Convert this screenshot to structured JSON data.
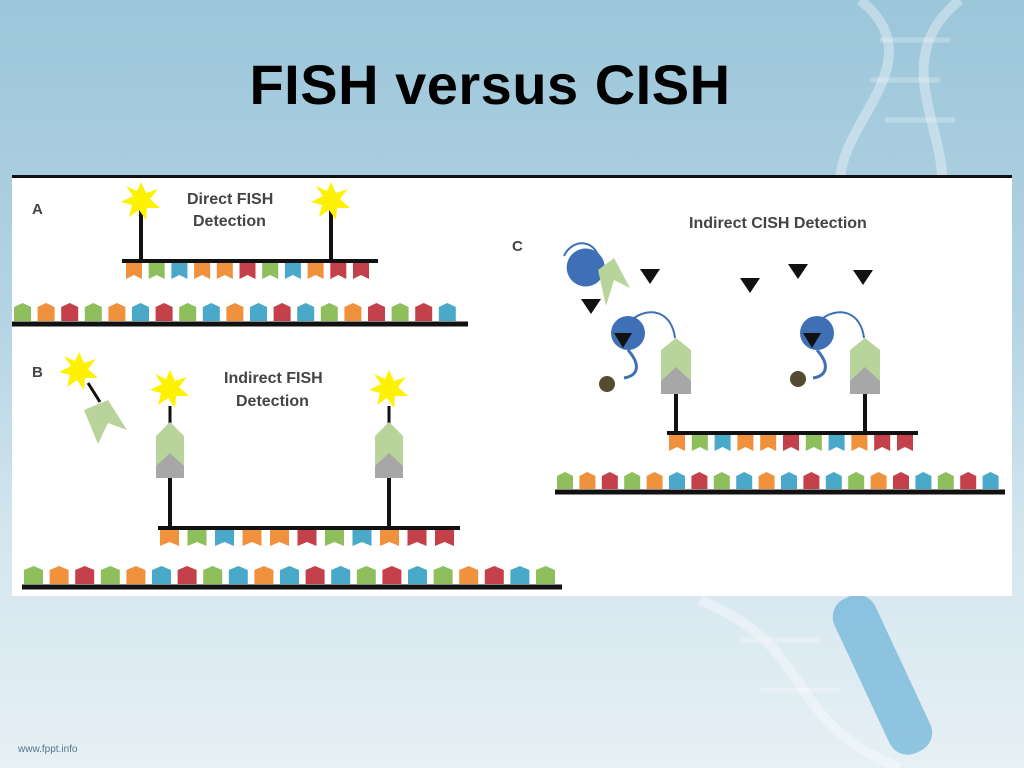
{
  "slide": {
    "title": "FISH versus CISH",
    "footer": "www.fppt.info"
  },
  "panels": {
    "a": {
      "letter": "A",
      "title_line1": "Direct FISH",
      "title_line2": "Detection"
    },
    "b": {
      "letter": "B",
      "title_line1": "Indirect FISH",
      "title_line2": "Detection"
    },
    "c": {
      "letter": "C",
      "title": "Indirect CISH Detection"
    }
  },
  "colors": {
    "orange": "#f0913e",
    "green": "#8fbe5c",
    "blue": "#4aa8c8",
    "red": "#c4404a",
    "star": "#fff200",
    "antibody": "#b9d49a",
    "antibody_base": "#a7a7a7",
    "enzyme": "#3f6fb5",
    "substrate": "#544b32",
    "triangle": "#111111",
    "bar": "#111111"
  },
  "sequences": {
    "a_probe": [
      "orange",
      "green",
      "blue",
      "orange",
      "orange",
      "red",
      "green",
      "blue",
      "orange",
      "red",
      "red"
    ],
    "a_target": [
      "green",
      "orange",
      "red",
      "green",
      "orange",
      "blue",
      "red",
      "green",
      "blue",
      "orange",
      "blue",
      "red",
      "blue",
      "green",
      "orange",
      "red",
      "green",
      "red",
      "blue"
    ],
    "b_probe": [
      "orange",
      "green",
      "blue",
      "orange",
      "orange",
      "red",
      "green",
      "blue",
      "orange",
      "red",
      "red"
    ],
    "b_target": [
      "green",
      "orange",
      "red",
      "green",
      "orange",
      "blue",
      "red",
      "green",
      "blue",
      "orange",
      "blue",
      "red",
      "blue",
      "green",
      "red",
      "blue",
      "green",
      "orange",
      "red",
      "blue",
      "green"
    ],
    "c_probe": [
      "orange",
      "green",
      "blue",
      "orange",
      "orange",
      "red",
      "green",
      "blue",
      "orange",
      "red",
      "red"
    ],
    "c_target": [
      "green",
      "orange",
      "red",
      "green",
      "orange",
      "blue",
      "red",
      "green",
      "blue",
      "orange",
      "blue",
      "red",
      "blue",
      "green",
      "orange",
      "red",
      "blue",
      "green",
      "red",
      "blue"
    ]
  }
}
